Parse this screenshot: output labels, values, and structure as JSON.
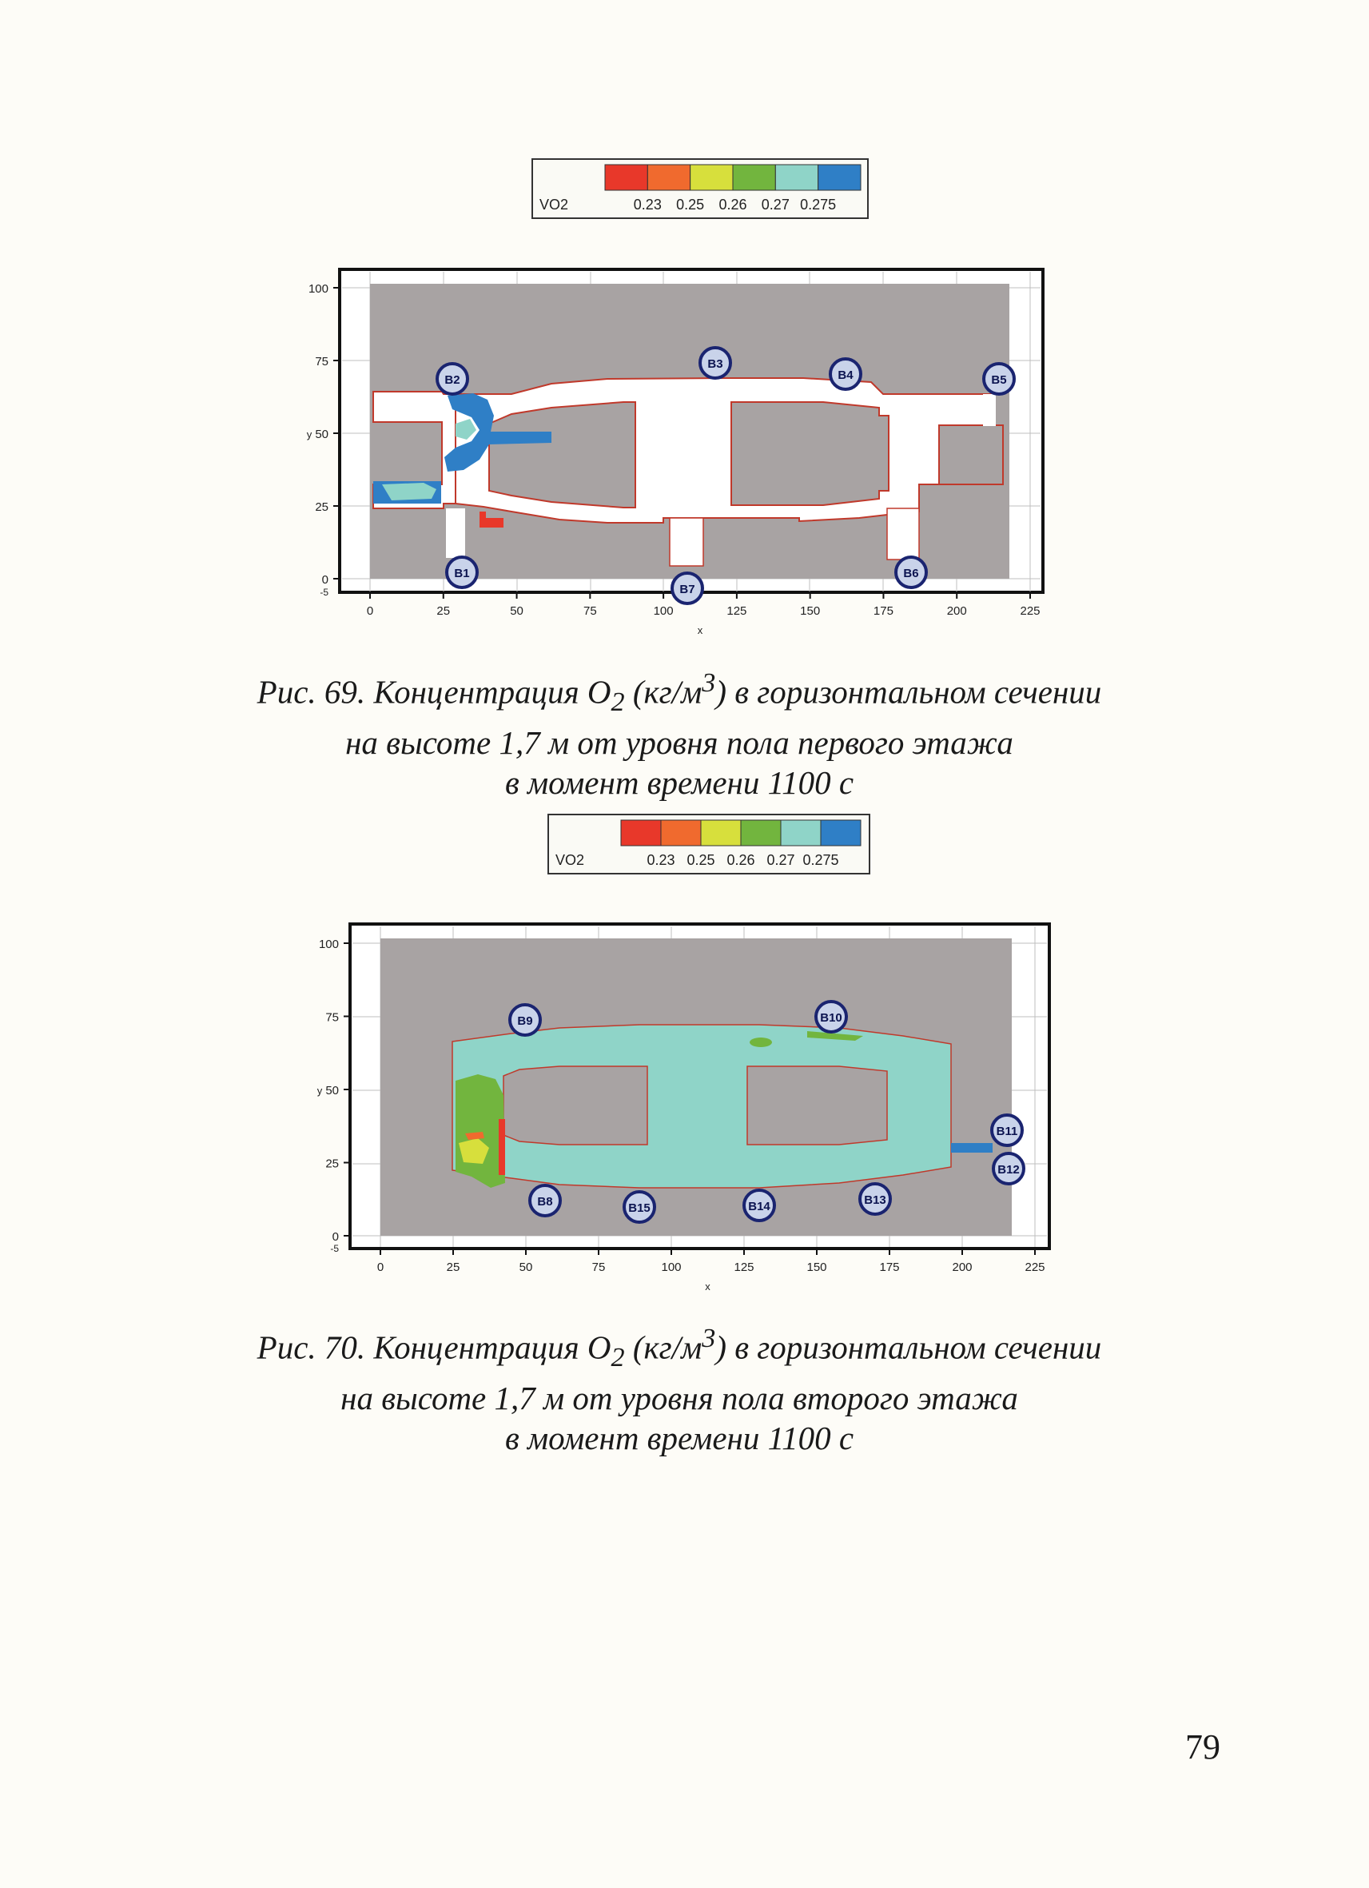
{
  "legend": {
    "variable": "VO2",
    "values": [
      "0.23",
      "0.25",
      "0.26",
      "0.27",
      "0.275"
    ],
    "colors": [
      "#e8382a",
      "#f06a2e",
      "#d7df3c",
      "#72b53e",
      "#8fd4c8",
      "#2f7fc6"
    ]
  },
  "colors": {
    "wall": "#a8a3a3",
    "free": "#ffffff",
    "fill_floor2": "#8fd4c8",
    "marker_fill": "#c9d3ea",
    "marker_stroke": "#1a2470"
  },
  "figures": [
    {
      "caption": {
        "line1_before": "Рис. 69. Концентрация O",
        "line1_sub": "2",
        "line1_mid": " (кг/м",
        "line1_sup": "3",
        "line1_after": ") в горизонтальном сечении",
        "line2": "на высоте 1,7 м от уровня пола первого этажа",
        "line3": "в момент времени 1100 с"
      },
      "plot": {
        "xlim": [
          -5,
          230
        ],
        "ylim": [
          -5,
          105
        ],
        "xticks": [
          "0",
          "25",
          "50",
          "75",
          "100",
          "125",
          "150",
          "175",
          "200",
          "225"
        ],
        "yticks": [
          "100",
          "75",
          "50",
          "25",
          "0"
        ],
        "ymin_label": "-5",
        "xlabel": "x",
        "ylabel": "y",
        "markers": [
          "B1",
          "B2",
          "B3",
          "B4",
          "B5",
          "B6",
          "B7"
        ]
      }
    },
    {
      "caption": {
        "line1_before": "Рис. 70. Концентрация O",
        "line1_sub": "2",
        "line1_mid": " (кг/м",
        "line1_sup": "3",
        "line1_after": ") в горизонтальном сечении",
        "line2": "на высоте 1,7 м от уровня пола второго этажа",
        "line3": "в момент времени 1100 с"
      },
      "plot": {
        "xlim": [
          -5,
          230
        ],
        "ylim": [
          -5,
          105
        ],
        "xticks": [
          "0",
          "25",
          "50",
          "75",
          "100",
          "125",
          "150",
          "175",
          "200",
          "225"
        ],
        "yticks": [
          "100",
          "75",
          "50",
          "25",
          "0"
        ],
        "ymin_label": "-5",
        "xlabel": "x",
        "ylabel": "y",
        "markers": [
          "B9",
          "B10",
          "B11",
          "B12",
          "B13",
          "B14",
          "B15",
          "B8"
        ]
      }
    }
  ],
  "page_number": "79"
}
